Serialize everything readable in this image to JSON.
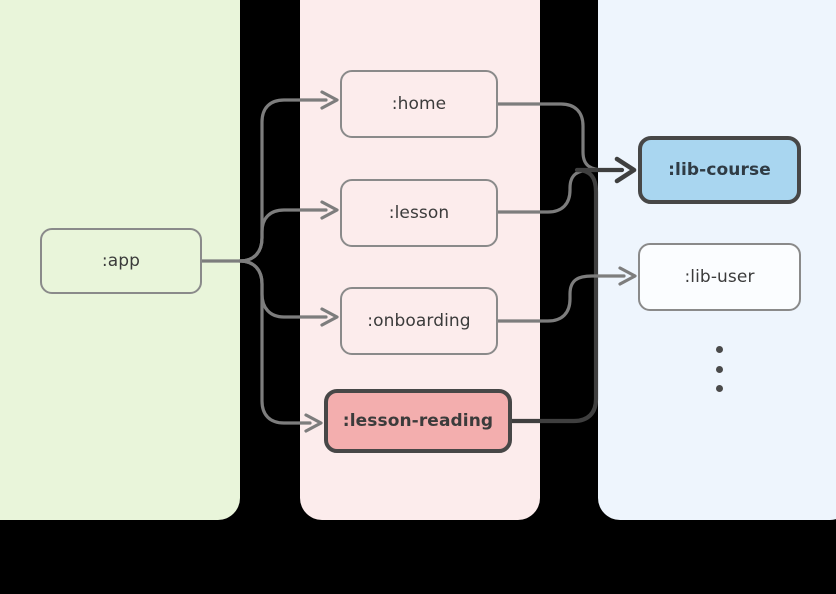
{
  "diagram": {
    "type": "module-dependency-graph",
    "title": "",
    "columns": [
      {
        "id": "app",
        "label": "",
        "color": "#e9f5da"
      },
      {
        "id": "feature",
        "label": "",
        "color": "#fcecec"
      },
      {
        "id": "lib",
        "label": "",
        "color": "#eef5fd"
      }
    ],
    "nodes": [
      {
        "id": "app",
        "label": ":app",
        "column": "app",
        "style": "plain",
        "highlighted": false
      },
      {
        "id": "home",
        "label": ":home",
        "column": "feature",
        "style": "plain",
        "highlighted": false
      },
      {
        "id": "lesson",
        "label": ":lesson",
        "column": "feature",
        "style": "plain",
        "highlighted": false
      },
      {
        "id": "onboarding",
        "label": ":onboarding",
        "column": "feature",
        "style": "plain",
        "highlighted": false
      },
      {
        "id": "lesson-reading",
        "label": ":lesson-reading",
        "column": "feature",
        "style": "hl-red",
        "highlighted": true,
        "color": "#f3aeae"
      },
      {
        "id": "lib-course",
        "label": ":lib-course",
        "column": "lib",
        "style": "hl-blue",
        "highlighted": true,
        "color": "#a9d6f0"
      },
      {
        "id": "lib-user",
        "label": ":lib-user",
        "column": "lib",
        "style": "plain-white",
        "highlighted": false
      }
    ],
    "edges": [
      {
        "from": "app",
        "to": "home",
        "emphasis": false
      },
      {
        "from": "app",
        "to": "lesson",
        "emphasis": false
      },
      {
        "from": "app",
        "to": "onboarding",
        "emphasis": false
      },
      {
        "from": "app",
        "to": "lesson-reading",
        "emphasis": false
      },
      {
        "from": "home",
        "to": "lib-course",
        "emphasis": false
      },
      {
        "from": "lesson",
        "to": "lib-course",
        "emphasis": false
      },
      {
        "from": "onboarding",
        "to": "lib-user",
        "emphasis": false
      },
      {
        "from": "lesson-reading",
        "to": "lib-course",
        "emphasis": true
      }
    ],
    "overflow_indicator": {
      "name": "vertical-ellipsis",
      "glyph": "⋮",
      "meaning": "more modules"
    },
    "colors": {
      "edge": "#7d7d7d",
      "edge_emphasis": "#3f3f3f",
      "node_border": "#8a8a8a",
      "node_border_highlight": "#474747",
      "text": "#3b3b3b",
      "background": "#000000"
    }
  }
}
